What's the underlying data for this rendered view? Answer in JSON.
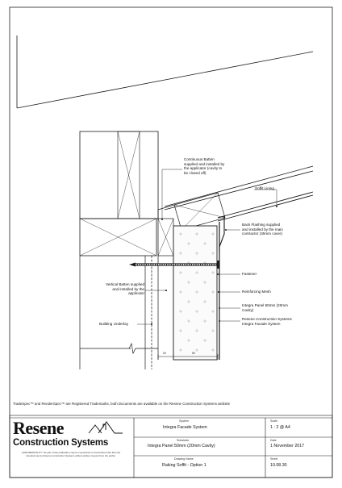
{
  "labels": {
    "continuous_batten": "Continuous Batten\nsupplied and installed by\nthe applicator (cavity to\nbe closed off)",
    "soffit_lining": "Soffit Lining",
    "back_flashing": "Back Flashing supplied\nand installed by the main\ncontractor (35mm cover)",
    "fastener": "Fastener",
    "vertical_batten": "Vertical Batten supplied\nand installed by the\napplicator",
    "reinforcing_mesh": "Reinforcing Mesh",
    "integra_panel": "Integra Panel 50mm (20mm\nCavity)",
    "resene_system": "Resene Construction Systems\nIntegra Facade System",
    "building_underlay": "Building Underlay"
  },
  "dimensions": {
    "cavity": "20",
    "panel": "50"
  },
  "trademark_note": "TradeSpec™ and RenderSpec™ are Registered Trademarks, both Documents are available on the Resene Construction Systems website",
  "logo": {
    "brand": "Resene",
    "subtitle": "Construction Systems",
    "confidential": "CONFIDENTIALITY: No part of this publication may be\nreproduced or transmitted other than the intended use by\nResene Construction Systems without written consent from\nthe author."
  },
  "title_block": {
    "system_label": "System",
    "system_value": "Integra Facade System",
    "substrate_label": "Substrate",
    "substrate_value": "Integra Panel 50mm (20mm Cavity)",
    "drawing_name_label": "Drawing Name",
    "drawing_name_value": "Raking Soffit - Option 1",
    "scale_label": "Scale",
    "scale_value": "1 : 2 @ A4",
    "date_label": "Date",
    "date_value": "1 November 2017",
    "sheet_label": "Sheet",
    "sheet_value": "10.08.30"
  },
  "colors": {
    "line": "#1a1a1a",
    "grid_cross": "#9a9a9a"
  }
}
